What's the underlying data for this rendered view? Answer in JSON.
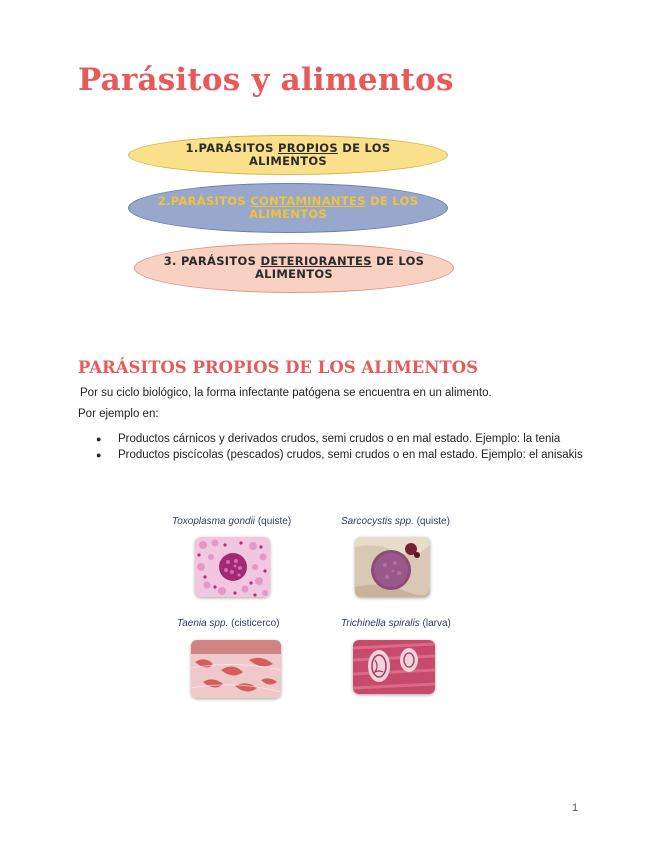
{
  "title": "Parásitos y alimentos",
  "diagram": {
    "items": [
      {
        "prefix": "1.PARÁSITOS ",
        "underlined": "PROPIOS",
        "suffix": " DE LOS ALIMENTOS"
      },
      {
        "prefix": "2.PARÁSITOS ",
        "underlined": "CONTAMINANTES",
        "suffix": " DE LOS ALIMENTOS"
      },
      {
        "prefix": "3. PARÁSITOS ",
        "underlined": "DETERIORANTES",
        "suffix": " DE LOS ALIMENTOS"
      }
    ],
    "colors": {
      "item1": "#fbe08c",
      "item2": "#97a8cc",
      "item3": "#f9d1c3",
      "item2_text": "#f2c23c"
    }
  },
  "section": {
    "heading": "PARÁSITOS PROPIOS DE LOS ALIMENTOS",
    "intro": "Por su ciclo biológico, la forma infectante patógena se encuentra en un alimento.",
    "example_lead": "Por ejemplo en:",
    "bullets": [
      "Productos cárnicos y derivados crudos, semi crudos o en mal estado. Ejemplo: la tenia",
      "Productos piscícolas (pescados) crudos, semi crudos o en mal estado. Ejemplo: el anisakis"
    ]
  },
  "figures": [
    {
      "species": "Toxoplasma gondii",
      "stage": "(quiste)"
    },
    {
      "species": "Sarcocystis spp.",
      "stage": "(quiste)"
    },
    {
      "species": "Taenia spp.",
      "stage": "(cisticerco)"
    },
    {
      "species": "Trichinella spiralis",
      "stage": "(larva)"
    }
  ],
  "page_number": "1",
  "accent_color": "#e85a5a"
}
